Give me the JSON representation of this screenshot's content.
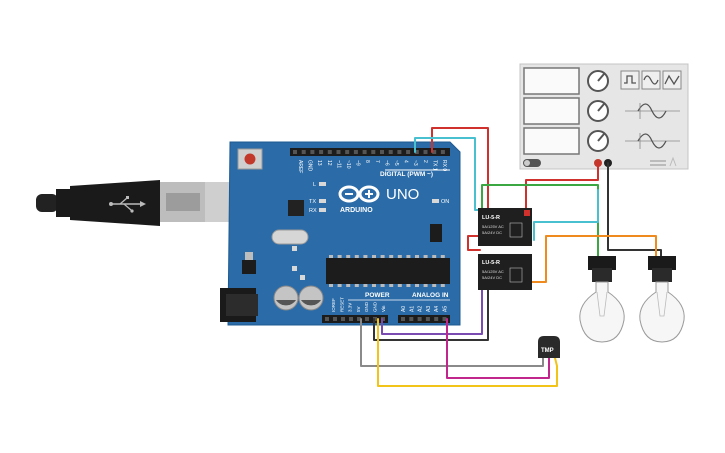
{
  "arduino": {
    "brand": "ARDUINO",
    "model": "UNO",
    "digital_label": "DIGITAL (PWM ~)",
    "power_label": "POWER",
    "analog_label": "ANALOG IN",
    "on_label": "ON",
    "l_label": "L",
    "tx_label": "TX",
    "rx_label": "RX",
    "digital_pins": [
      "AREF",
      "GND",
      "13",
      "12",
      "~11",
      "~10",
      "~9",
      "8",
      "7",
      "~6",
      "~5",
      "4",
      "~3",
      "2",
      "TX 1",
      "RX 0"
    ],
    "power_pins": [
      "IOREF",
      "RESET",
      "3.3V",
      "5V",
      "GND",
      "GND",
      "Vin"
    ],
    "analog_pins": [
      "A0",
      "A1",
      "A2",
      "A3",
      "A4",
      "A5"
    ]
  },
  "relays": [
    {
      "model": "LU-5-R",
      "spec1": "5A/125V AC",
      "spec2": "5A/24V DC"
    },
    {
      "model": "LU-5-R",
      "spec1": "5A/125V AC",
      "spec2": "5A/24V DC"
    }
  ],
  "sensor": {
    "label": "TMP"
  },
  "colors": {
    "board": "#2a6ba8",
    "wire_red": "#d0312d",
    "wire_cyan": "#49c0d0",
    "wire_green": "#3aa742",
    "wire_orange": "#ee8a1e",
    "wire_black": "#333333",
    "wire_purple": "#7a4bb0",
    "wire_magenta": "#c0268c",
    "wire_gray": "#8a8a8a",
    "wire_yellow": "#f2c419"
  }
}
